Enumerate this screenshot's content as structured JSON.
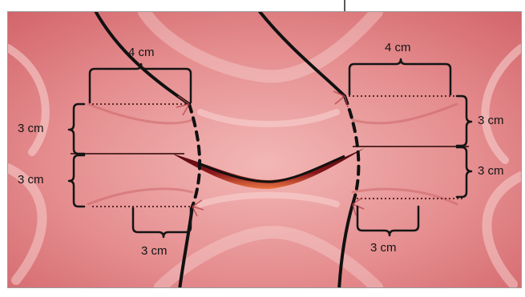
{
  "figure": {
    "labels": {
      "top_left_width": "4 cm",
      "top_right_width": "4 cm",
      "left_upper_height": "3 cm",
      "left_lower_height": "3 cm",
      "right_upper_height": "3 cm",
      "right_lower_height": "3 cm",
      "bottom_left_width": "3 cm",
      "bottom_right_width": "3 cm"
    },
    "colors": {
      "tissue": "#e07c80",
      "tissue_light": "#f5c6c6",
      "tissue_dark": "#c9565c",
      "incision": "#6e0f14",
      "suture": "#111111",
      "bracket": "#141414",
      "guide_dots": "#5a2a2a"
    }
  }
}
